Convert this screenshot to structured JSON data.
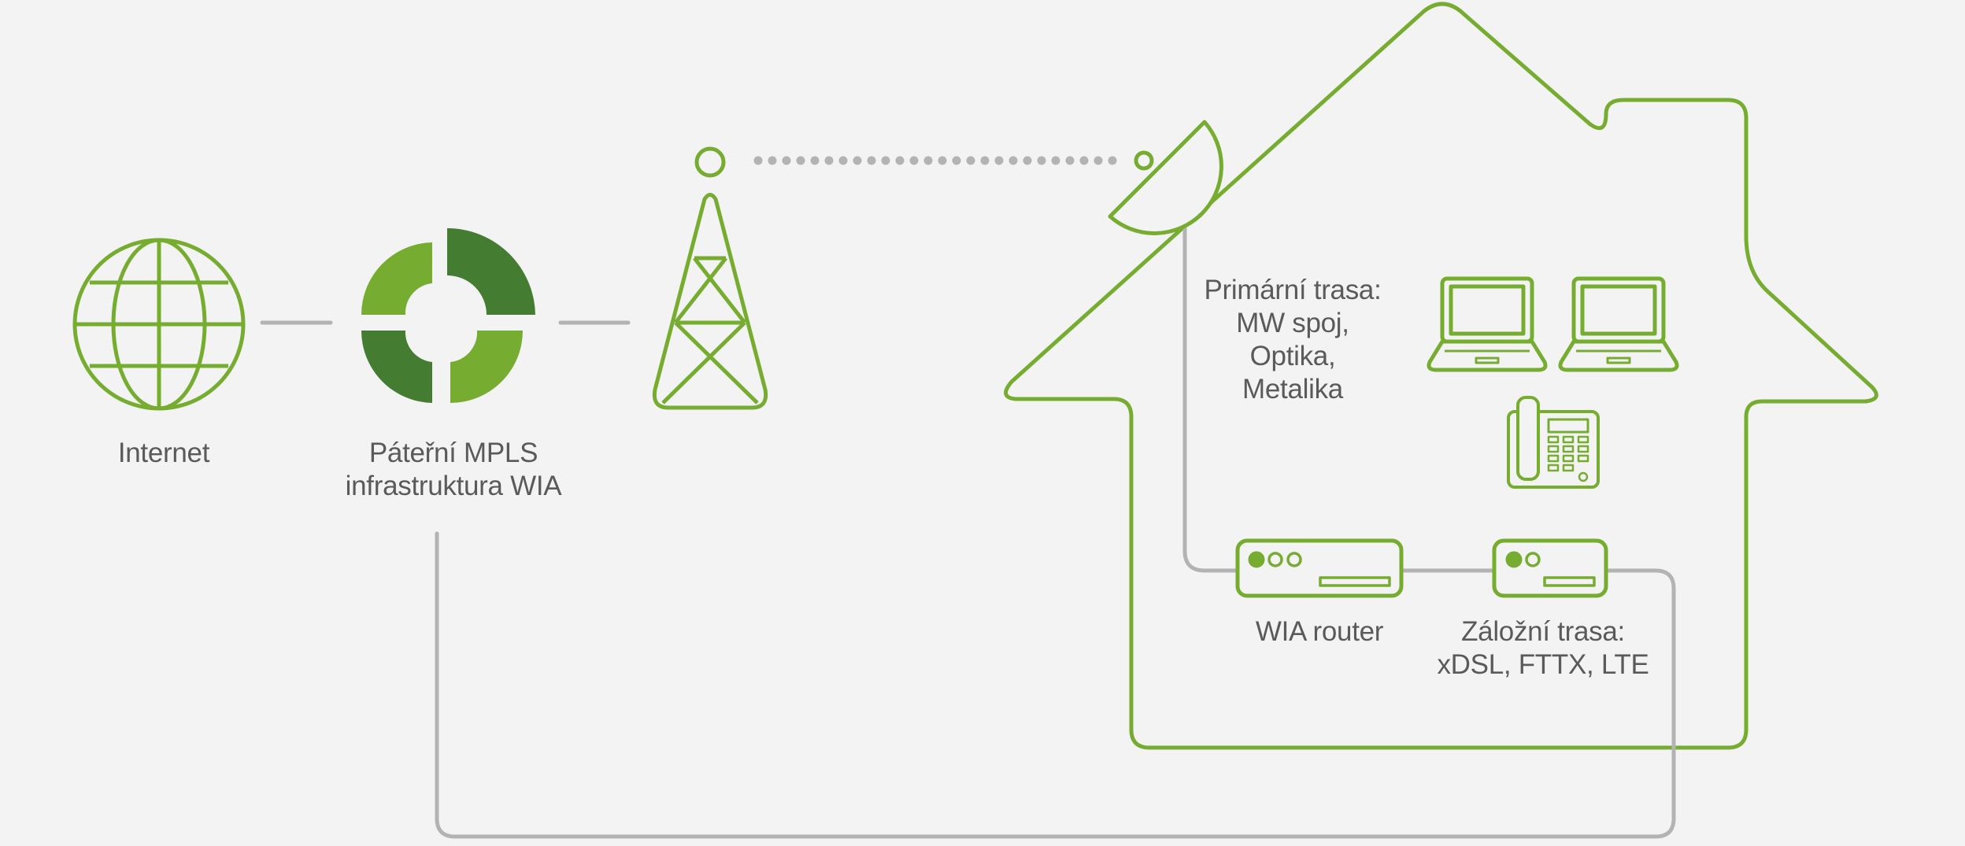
{
  "colors": {
    "accent_green": "#76ad31",
    "dark_green": "#447c32",
    "connector_gray": "#b3b3b3",
    "text_gray": "#5a5a5a",
    "background": "#f3f3f3"
  },
  "labels": {
    "internet": "Internet",
    "backbone_line1": "Páteřní MPLS",
    "backbone_line2": "infrastruktura WIA",
    "primary_line1": "Primární trasa:",
    "primary_line2": "MW spoj,",
    "primary_line3": "Optika,",
    "primary_line4": "Metalika",
    "wia_router": "WIA router",
    "backup_line1": "Záložní trasa:",
    "backup_line2": "xDSL, FTTX, LTE"
  },
  "icons": [
    "globe-icon",
    "mpls-backbone-icon",
    "radio-tower-icon",
    "satellite-dish-icon",
    "house-outline",
    "laptop-icon",
    "desk-phone-icon",
    "router-icon"
  ]
}
